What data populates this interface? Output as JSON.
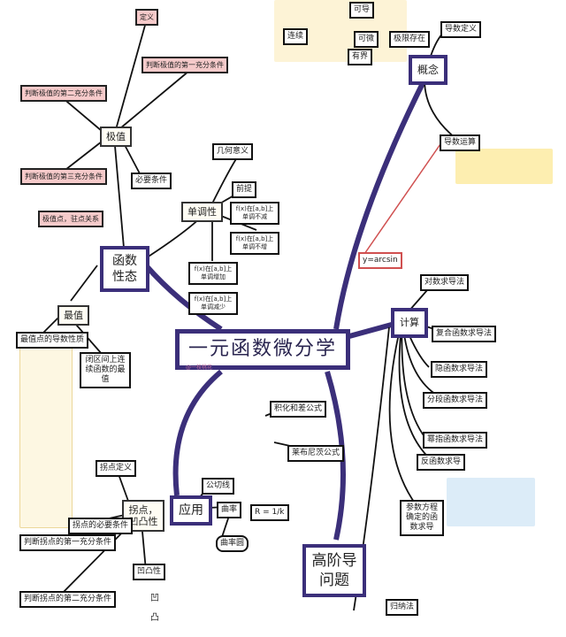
{
  "title": "一元函数微分学",
  "colors": {
    "main_border": "#3b2f7a",
    "condition_fill": "#f6caca",
    "note_panel": "#fdf3d6",
    "formula_panel": "#dcecf8"
  },
  "branches": {
    "concept": "概念",
    "calculation": "计算",
    "higher_derivative": "高阶导问题",
    "application": "应用",
    "function_behavior": "函数性态"
  },
  "concept_nodes": {
    "differentiable": "可导",
    "continuous": "连续",
    "microdiff": "可微",
    "bounded": "有界",
    "limit_exists": "极限存在",
    "definition": "导数定义",
    "operation": "导数运算"
  },
  "behavior_nodes": {
    "extremum": "极值",
    "definition": "定义",
    "first_cond": "判断极值的第一充分条件",
    "second_cond": "判断极值的第二充分条件",
    "third_cond": "判断极值的第三充分条件",
    "necessary": "必要条件",
    "extreme_note": "极值点，驻点关系",
    "maximum": "最值",
    "max_property": "最值点的导数性质",
    "closed_interval": "闭区间上连续函数的最值",
    "geometric": "几何意义",
    "monotonic": "单调性",
    "premise": "前提",
    "mono_nondec": "f(x)在[a,b]上单调不减",
    "mono_noninc": "f(x)在[a,b]上单调不增",
    "mono_inc": "f(x)在[a,b]上单调增加",
    "mono_dec": "f(x)在[a,b]上单调减少",
    "inflection_concavity": "拐点，凹凸性",
    "inflection_def": "拐点定义",
    "inflection_necessary": "拐点的必要条件",
    "inflection_first": "判断拐点的第一充分条件",
    "inflection_second": "判断拐点的第二充分条件",
    "concavity": "凹凸性",
    "concave": "凹",
    "convex": "凸"
  },
  "calc_nodes": {
    "log_diff": "对数求导法",
    "composite": "复合函数求导法",
    "implicit": "隐函数求导法",
    "piecewise": "分段函数求导法",
    "power_exp": "幂指函数求导法",
    "inverse": "反函数求导",
    "parametric": "参数方程确定的函数求导",
    "induction": "归纳法",
    "arcsin": "y=arcsin"
  },
  "app_nodes": {
    "common_tangent": "公切线",
    "curvature": "曲率",
    "curvature_circle": "曲率圆",
    "leibniz": "莱布尼茨公式",
    "product_sum": "积化和差公式",
    "radius": "R = 1/k"
  },
  "watermark": "@一枝桃花"
}
